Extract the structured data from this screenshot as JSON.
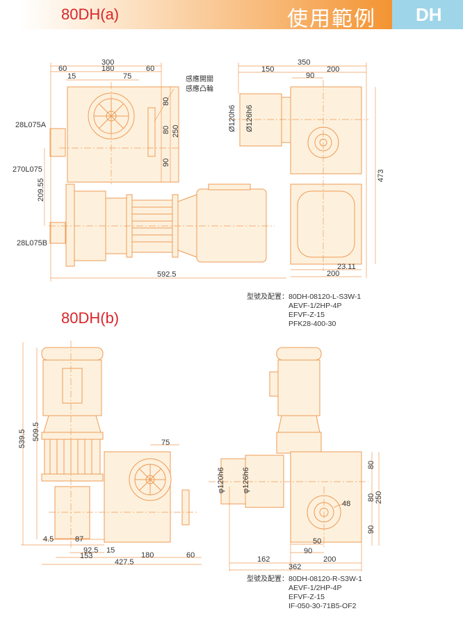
{
  "header": {
    "model": "80DH(a)",
    "title": "使用範例",
    "code": "DH"
  },
  "colors": {
    "accent_red": "#d9262a",
    "header_orange": "#f39433",
    "header_blue": "#9fd5e8",
    "line_orange": "#ef9a55"
  },
  "drawing_a": {
    "front": {
      "dims": [
        "300",
        "60",
        "180",
        "60",
        "15",
        "75",
        "80",
        "80",
        "90",
        "250",
        "209.55",
        "592.5"
      ],
      "labels": [
        "感應開關",
        "感應凸輪",
        "28L075A",
        "270L075",
        "28L075B"
      ]
    },
    "side": {
      "dims": [
        "350",
        "150",
        "200",
        "90",
        "Ø120h6",
        "Ø126h6",
        "473",
        "23.11",
        "200"
      ]
    },
    "spec": {
      "label": "型號及配置：",
      "lines": [
        "80DH-08120-L-S3W-1",
        "AEVF-1/2HP-4P",
        "EFVF-Z-15",
        "PFK28-400-30"
      ]
    }
  },
  "drawing_b": {
    "model": "80DH(b)",
    "front": {
      "dims": [
        "539.5",
        "509.5",
        "75",
        "4.5",
        "87",
        "92.5",
        "15",
        "153",
        "180",
        "60",
        "427.5"
      ]
    },
    "side": {
      "dims": [
        "φ120h6",
        "φ126h6",
        "80",
        "80",
        "250",
        "90",
        "48",
        "50",
        "90",
        "162",
        "200",
        "362"
      ]
    },
    "spec": {
      "label": "型號及配置：",
      "lines": [
        "80DH-08120-R-S3W-1",
        "AEVF-1/2HP-4P",
        "EFVF-Z-15",
        "IF-050-30-71B5-OF2"
      ]
    }
  }
}
